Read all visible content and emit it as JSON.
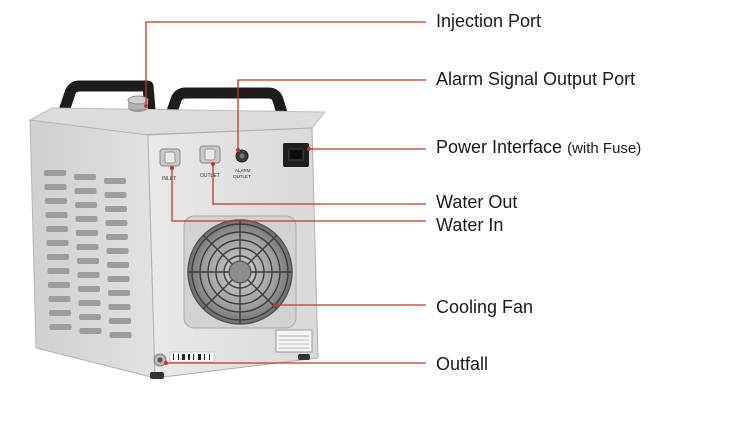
{
  "labels": {
    "injection_port": "Injection Port",
    "alarm_signal_output_port": "Alarm Signal Output Port",
    "power_interface": "Power Interface",
    "power_interface_note": "(with Fuse)",
    "water_out": "Water Out",
    "water_in": "Water In",
    "cooling_fan": "Cooling Fan",
    "outfall": "Outfall"
  },
  "panel_marks": {
    "inlet": "INLET",
    "outlet": "OUTLET",
    "alarm_outlet_line1": "ALARM",
    "alarm_outlet_line2": "OUTLET"
  },
  "colors": {
    "leader_line": "#c0392b",
    "label_text": "#1a1a1a",
    "chassis": "#e6e6e6",
    "handle": "#1c1c1c"
  }
}
